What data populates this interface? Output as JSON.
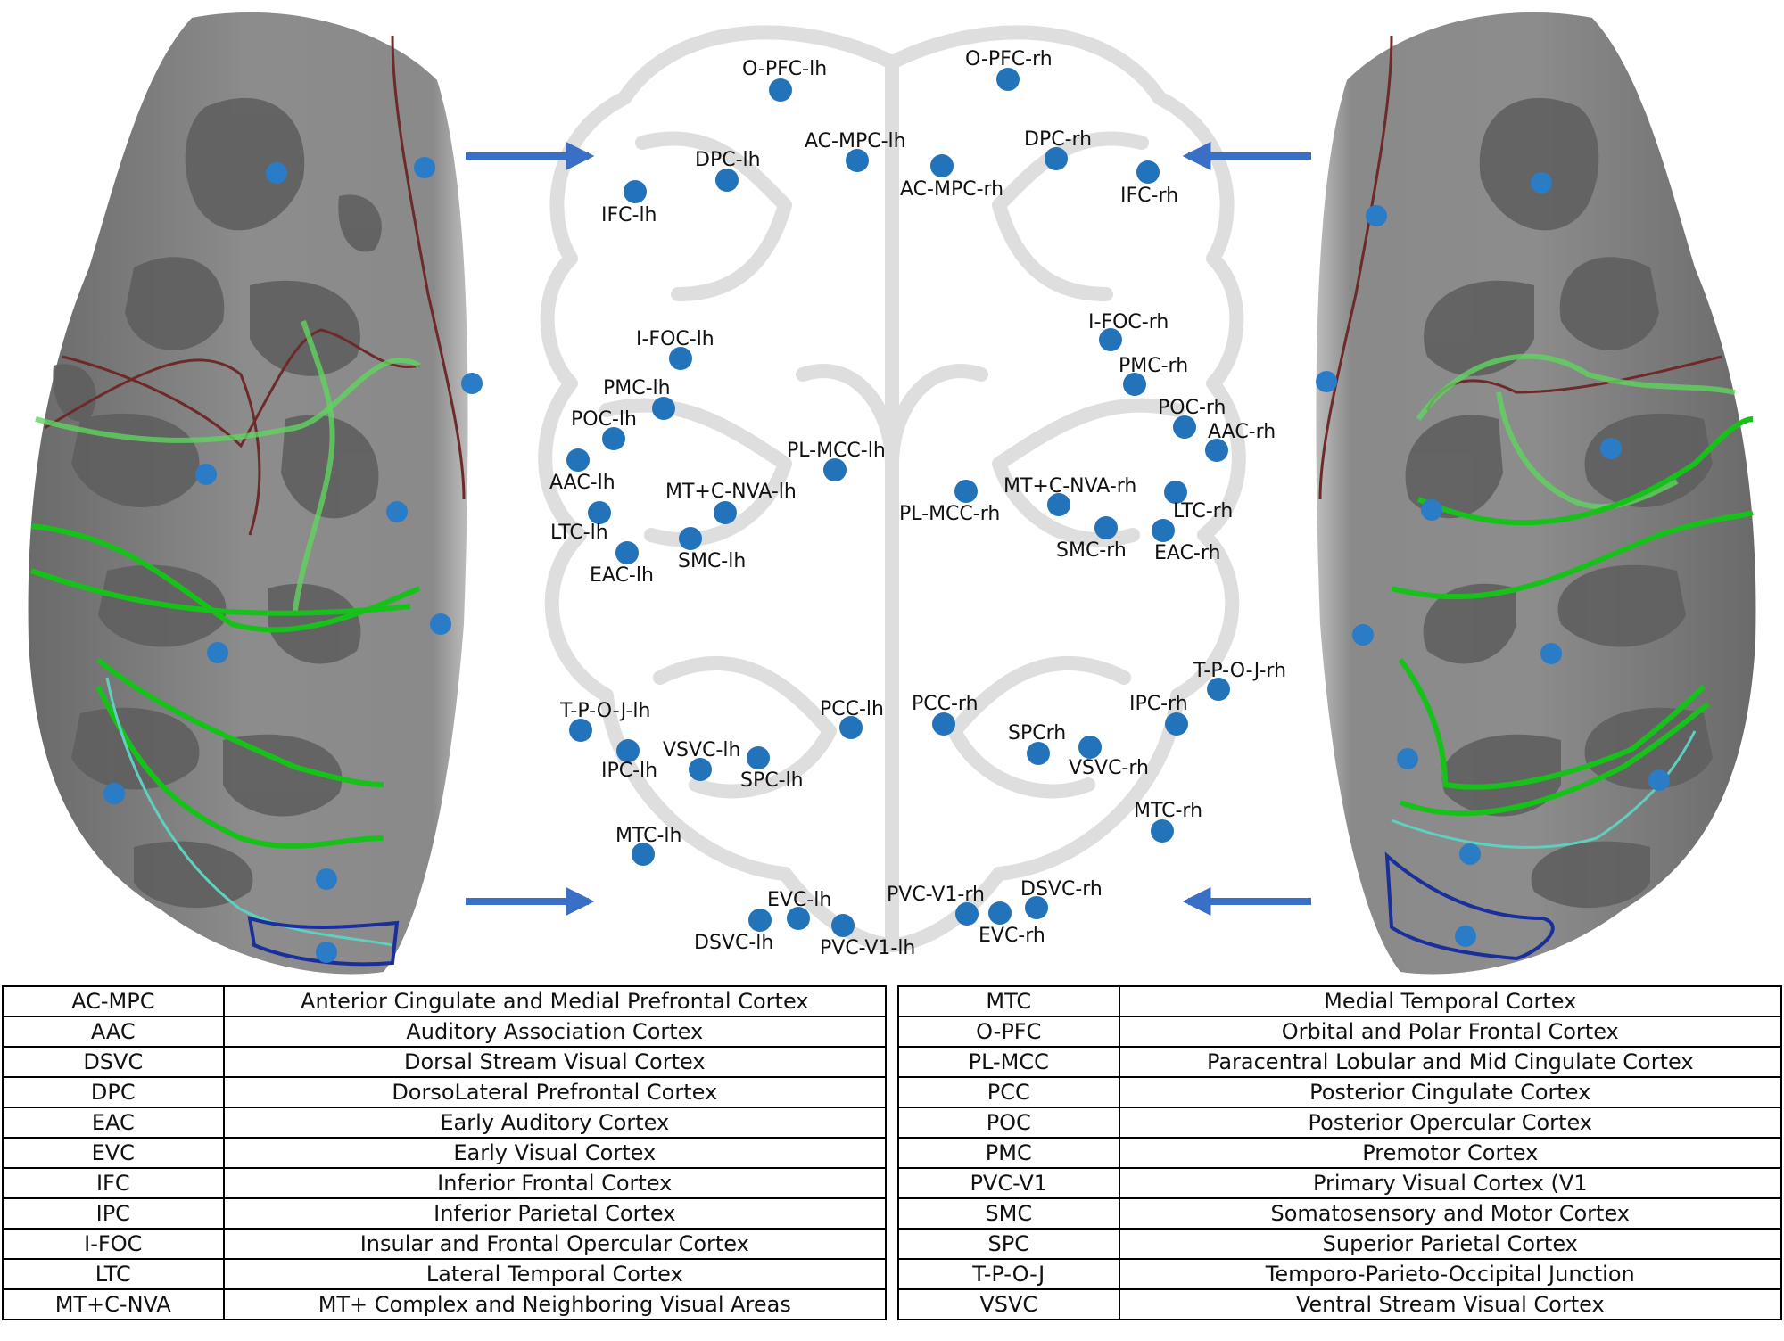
{
  "brain_labels": {
    "O-PFC-lh": "O-PFC-lh",
    "O-PFC-rh": "O-PFC-rh",
    "AC-MPC-lh": "AC-MPC-lh",
    "AC-MPC-rh": "AC-MPC-rh",
    "DPC-lh": "DPC-lh",
    "DPC-rh": "DPC-rh",
    "IFC-lh": "IFC-lh",
    "IFC-rh": "IFC-rh",
    "I-FOC-lh": "I-FOC-lh",
    "I-FOC-rh": "I-FOC-rh",
    "PMC-lh": "PMC-lh",
    "PMC-rh": "PMC-rh",
    "POC-lh": "POC-lh",
    "POC-rh": "POC-rh",
    "AAC-lh": "AAC-lh",
    "AAC-rh": "AAC-rh",
    "PL-MCC-lh": "PL-MCC-lh",
    "PL-MCC-rh": "PL-MCC-rh",
    "MT+C-NVA-lh": "MT+C-NVA-lh",
    "MT+C-NVA-rh": "MT+C-NVA-rh",
    "LTC-lh": "LTC-lh",
    "LTC-rh": "LTC-rh",
    "SMC-lh": "SMC-lh",
    "SMC-rh": "SMC-rh",
    "EAC-lh": "EAC-lh",
    "EAC-rh": "EAC-rh",
    "T-P-O-J-lh": "T-P-O-J-lh",
    "T-P-O-J-rh": "T-P-O-J-rh",
    "PCC-lh": "PCC-lh",
    "PCC-rh": "PCC-rh",
    "IPC-lh": "IPC-lh",
    "IPC-rh": "IPC-rh",
    "VSVC-lh": "VSVC-lh",
    "VSVC-rh": "VSVC-rh",
    "SPC-lh": "SPC-lh",
    "SPCrh": "SPCrh",
    "MTC-lh": "MTC-lh",
    "MTC-rh": "MTC-rh",
    "EVC-lh": "EVC-lh",
    "EVC-rh": "EVC-rh",
    "DSVC-lh": "DSVC-lh",
    "DSVC-rh": "DSVC-rh",
    "PVC-V1-lh": "PVC-V1-lh",
    "PVC-V1-rh": "PVC-V1-rh"
  },
  "legend_left": [
    {
      "abbr": "AC-MPC",
      "name": "Anterior Cingulate and Medial Prefrontal Cortex"
    },
    {
      "abbr": "AAC",
      "name": "Auditory Association Cortex"
    },
    {
      "abbr": "DSVC",
      "name": "Dorsal Stream Visual Cortex"
    },
    {
      "abbr": "DPC",
      "name": "DorsoLateral Prefrontal Cortex"
    },
    {
      "abbr": "EAC",
      "name": "Early Auditory Cortex"
    },
    {
      "abbr": "EVC",
      "name": "Early Visual Cortex"
    },
    {
      "abbr": "IFC",
      "name": "Inferior Frontal Cortex"
    },
    {
      "abbr": "IPC",
      "name": "Inferior Parietal Cortex"
    },
    {
      "abbr": "I-FOC",
      "name": "Insular and Frontal Opercular Cortex"
    },
    {
      "abbr": "LTC",
      "name": "Lateral Temporal Cortex"
    },
    {
      "abbr": "MT+C-NVA",
      "name": "MT+ Complex and Neighboring Visual Areas"
    }
  ],
  "legend_right": [
    {
      "abbr": "MTC",
      "name": "Medial Temporal Cortex"
    },
    {
      "abbr": "O-PFC",
      "name": "Orbital and Polar Frontal Cortex"
    },
    {
      "abbr": "PL-MCC",
      "name": "Paracentral Lobular and Mid Cingulate Cortex"
    },
    {
      "abbr": "PCC",
      "name": "Posterior Cingulate Cortex"
    },
    {
      "abbr": "POC",
      "name": "Posterior Opercular Cortex"
    },
    {
      "abbr": "PMC",
      "name": "Premotor Cortex"
    },
    {
      "abbr": "PVC-V1",
      "name": "Primary Visual Cortex (V1"
    },
    {
      "abbr": "SMC",
      "name": "Somatosensory and Motor Cortex"
    },
    {
      "abbr": "SPC",
      "name": "Superior Parietal Cortex"
    },
    {
      "abbr": "T-P-O-J",
      "name": "Temporo-Parieto-Occipital Junction"
    },
    {
      "abbr": "VSVC",
      "name": "Ventral Stream Visual Cortex"
    }
  ],
  "colors": {
    "node": "#2273b9",
    "arrow": "#3a6fc8",
    "cortex_light": "#8f8f8f",
    "cortex_dark": "#5e5e5e",
    "boundary_green": "#16c21a",
    "boundary_cyan": "#5fd0c0",
    "boundary_navy": "#1a2f9a",
    "boundary_maroon": "#6e2a2a",
    "brain_outline": "#dcdcdc"
  }
}
